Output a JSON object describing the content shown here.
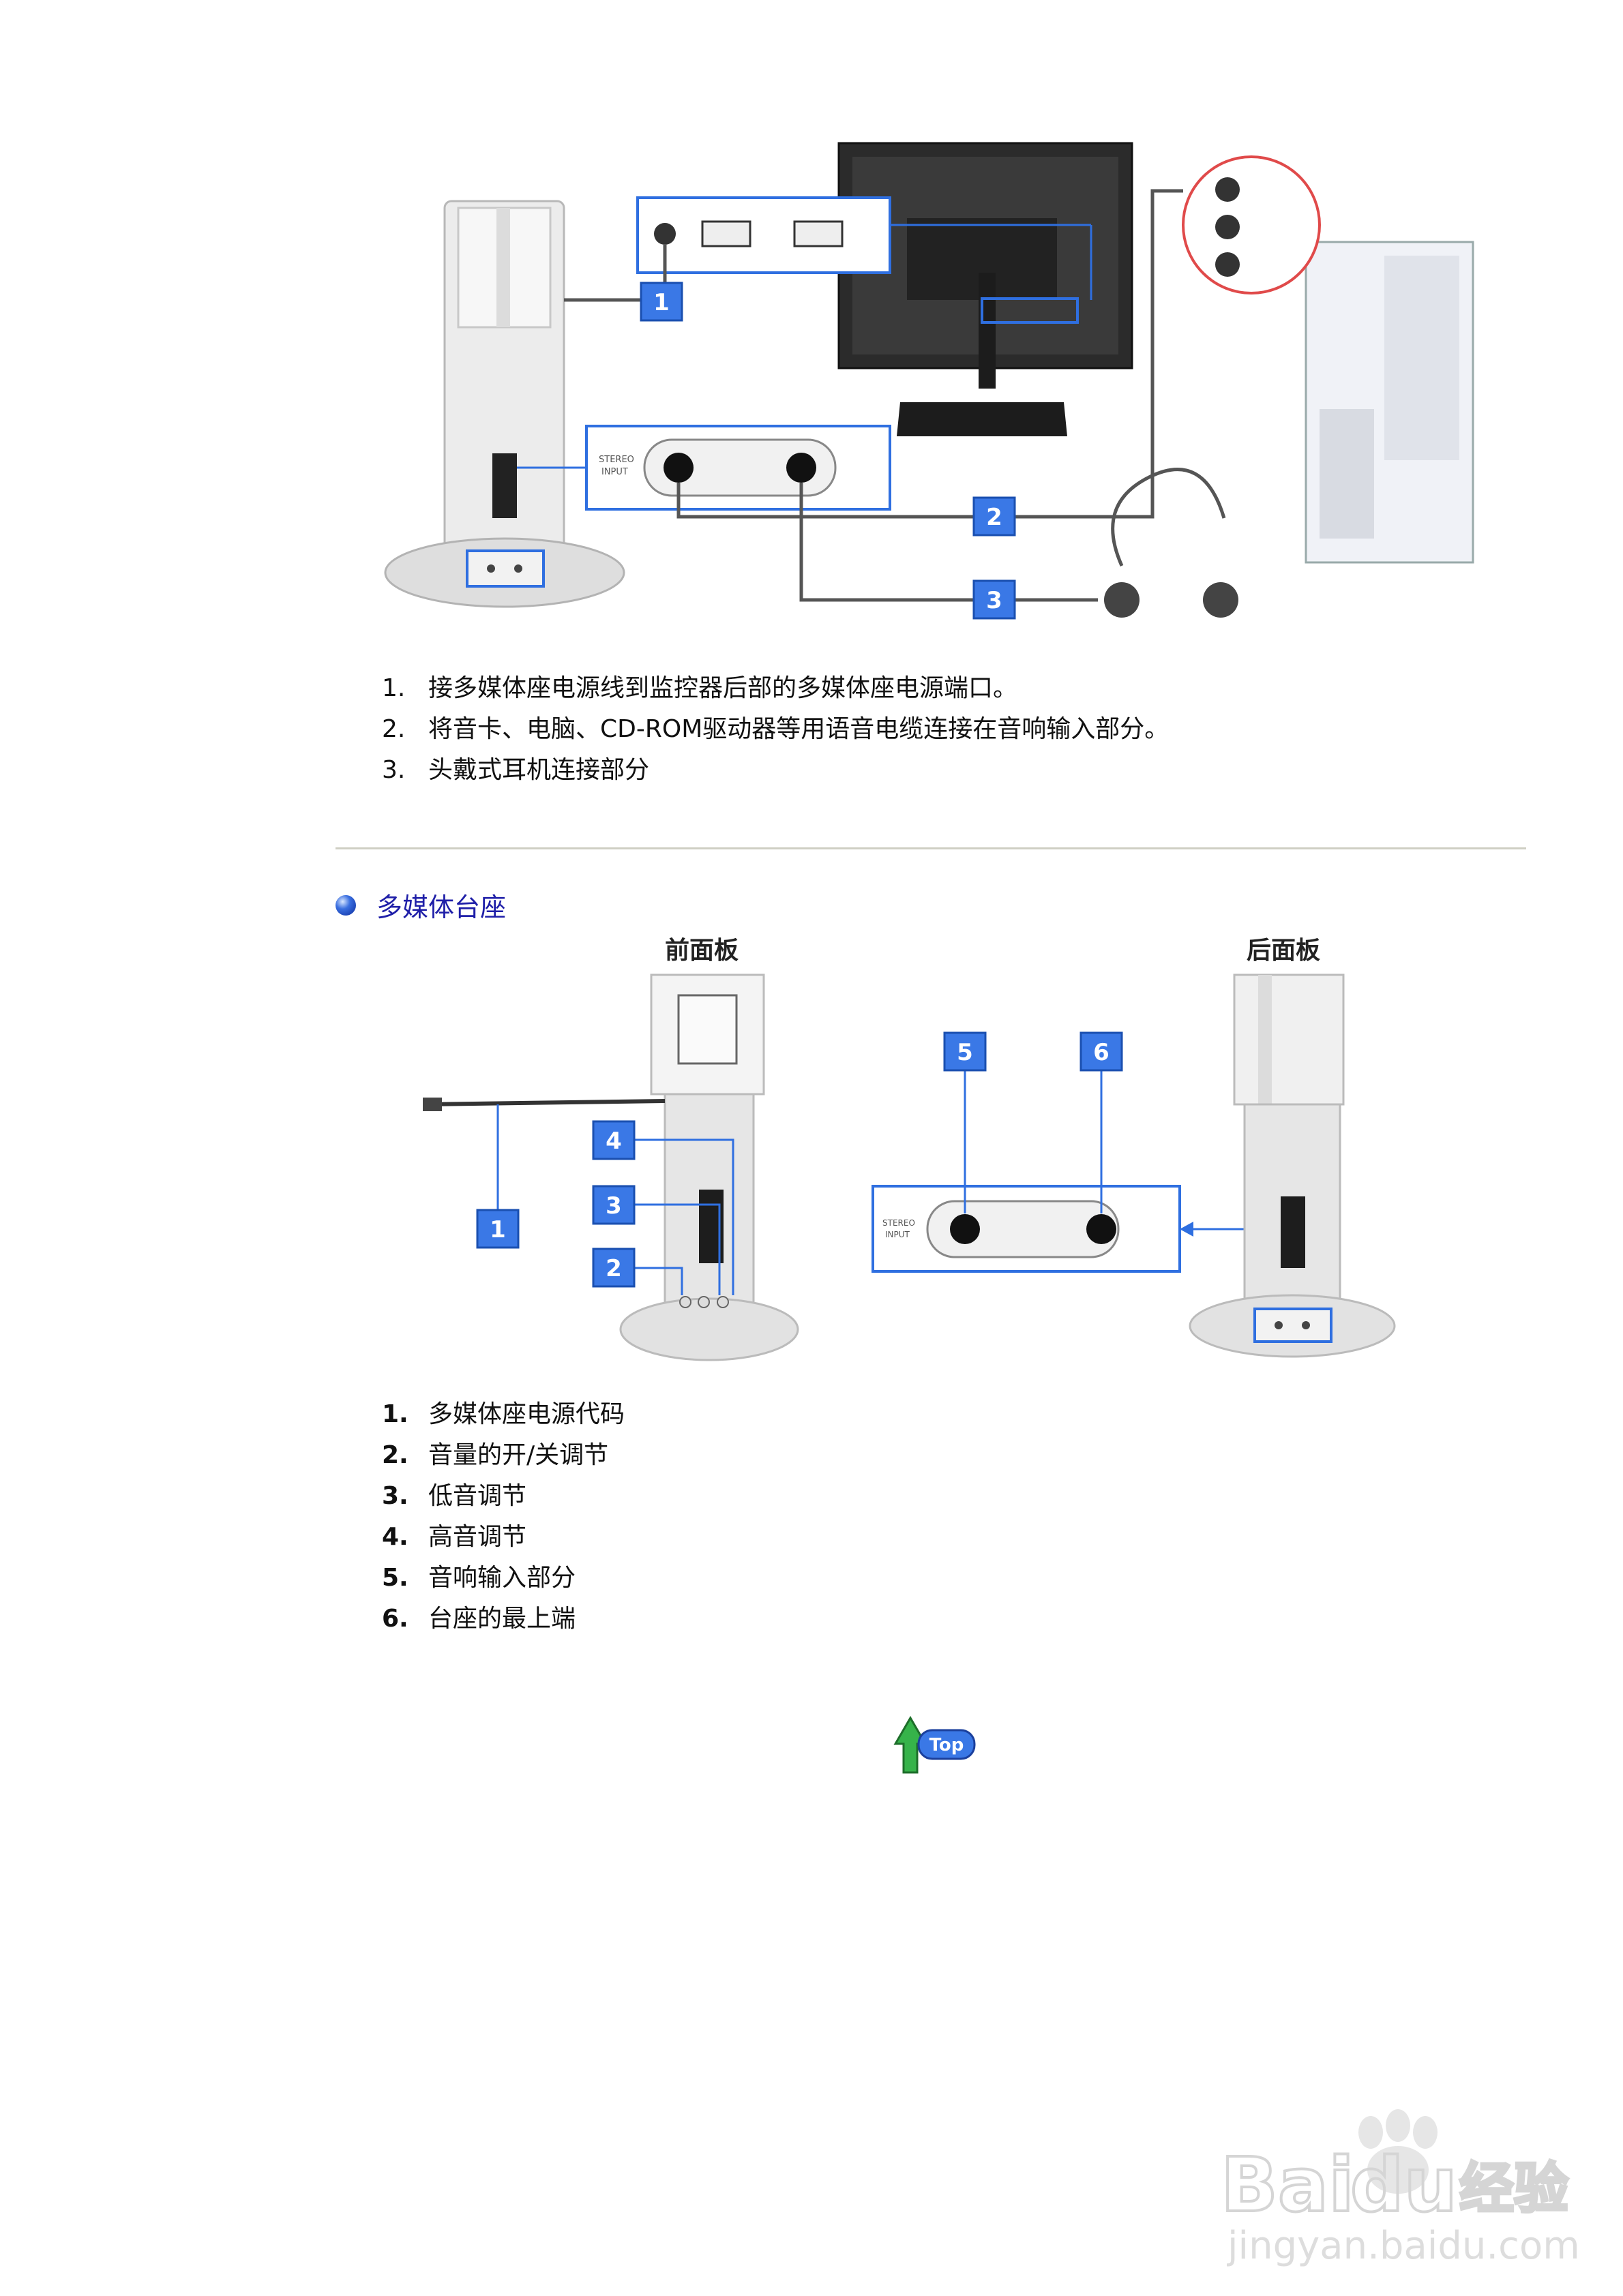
{
  "connection_steps": [
    {
      "num": "1.",
      "text": "接多媒体座电源线到监控器后部的多媒体座电源端口。"
    },
    {
      "num": "2.",
      "text": "将音卡、电脑、CD-ROM驱动器等用语音电缆连接在音响输入部分。"
    },
    {
      "num": "3.",
      "text": "头戴式耳机连接部分"
    }
  ],
  "diagram_top": {
    "callouts": [
      "1",
      "2",
      "3"
    ],
    "stereo_label_1": "STEREO",
    "stereo_label_2": "INPUT"
  },
  "section": {
    "title": "多媒体台座",
    "front_label": "前面板",
    "rear_label": "后面板",
    "front_callouts": [
      "1",
      "2",
      "3",
      "4"
    ],
    "rear_callouts": [
      "5",
      "6"
    ]
  },
  "parts": [
    {
      "num": "1.",
      "text": "多媒体座电源代码"
    },
    {
      "num": "2.",
      "text": "音量的开/关调节"
    },
    {
      "num": "3.",
      "text": "低音调节"
    },
    {
      "num": "4.",
      "text": "高音调节"
    },
    {
      "num": "5.",
      "text": "音响输入部分"
    },
    {
      "num": "6.",
      "text": "台座的最上端"
    }
  ],
  "top_button": {
    "label": "Top"
  },
  "watermark": {
    "brand": "Bai",
    "brand2": "du",
    "suffix": "经验",
    "url": "jingyan.baidu.com"
  },
  "colors": {
    "accent": "#2f6fe0",
    "callout": "#2f6fe0",
    "title": "#1f1fa8"
  }
}
